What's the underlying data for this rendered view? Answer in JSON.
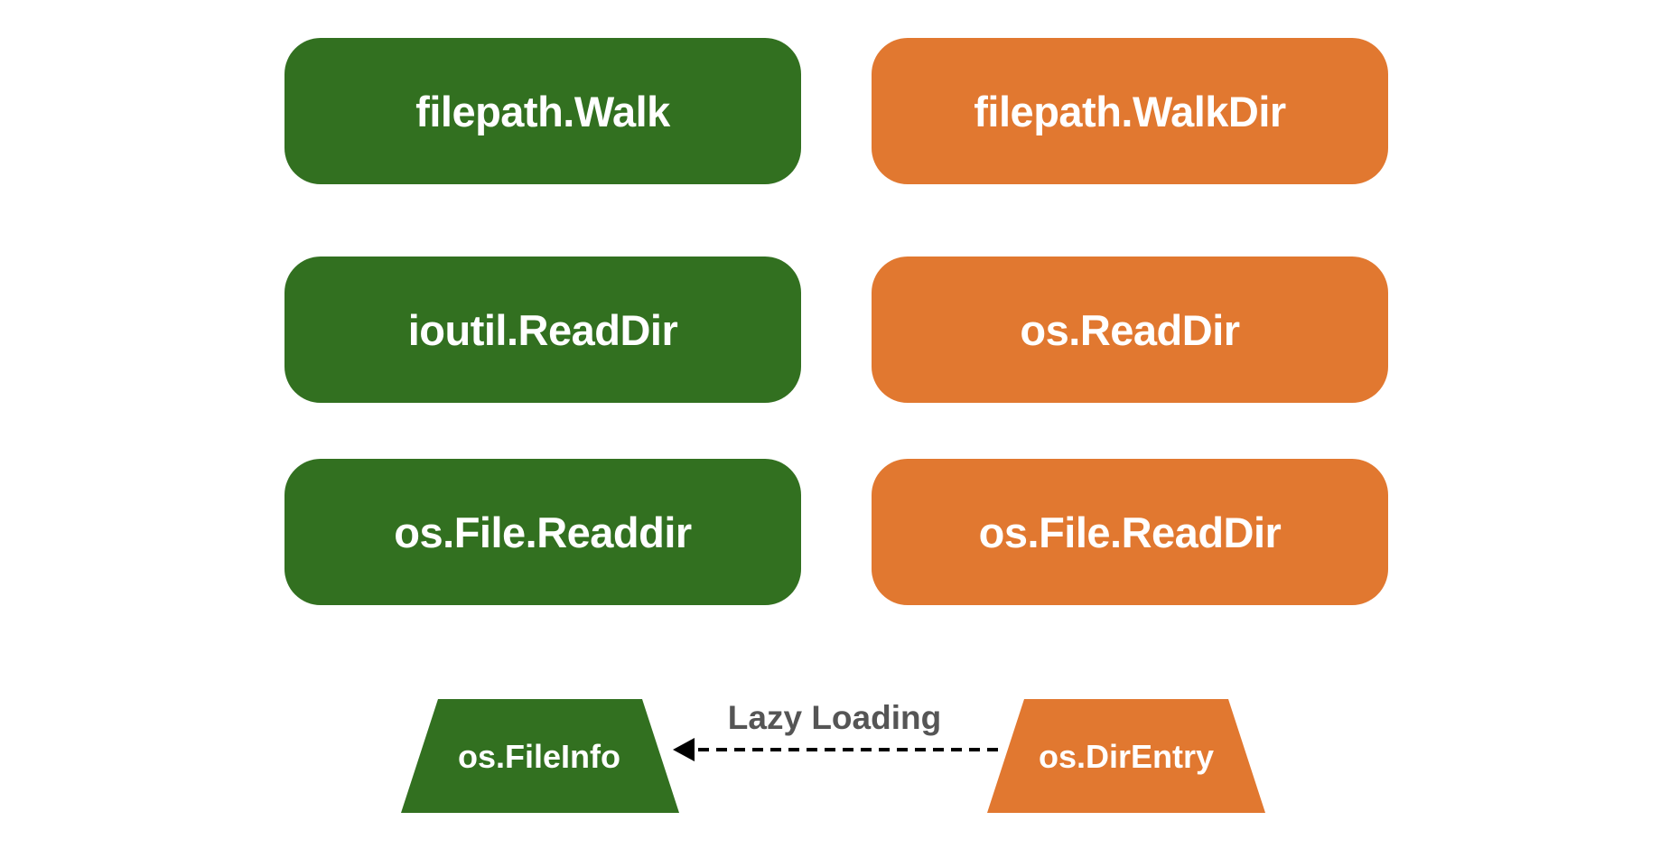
{
  "colors": {
    "old": "#327020",
    "new": "#E17830",
    "edge_text": "#555555",
    "arrow": "#000000"
  },
  "old_api": {
    "walk": "filepath.Walk",
    "readdir": "ioutil.ReadDir",
    "file_readdir": "os.File.Readdir"
  },
  "new_api": {
    "walk": "filepath.WalkDir",
    "readdir": "os.ReadDir",
    "file_readdir": "os.File.ReadDir"
  },
  "types": {
    "old": "os.FileInfo",
    "new": "os.DirEntry"
  },
  "edge": {
    "label": "Lazy Loading",
    "style": "dashed"
  }
}
